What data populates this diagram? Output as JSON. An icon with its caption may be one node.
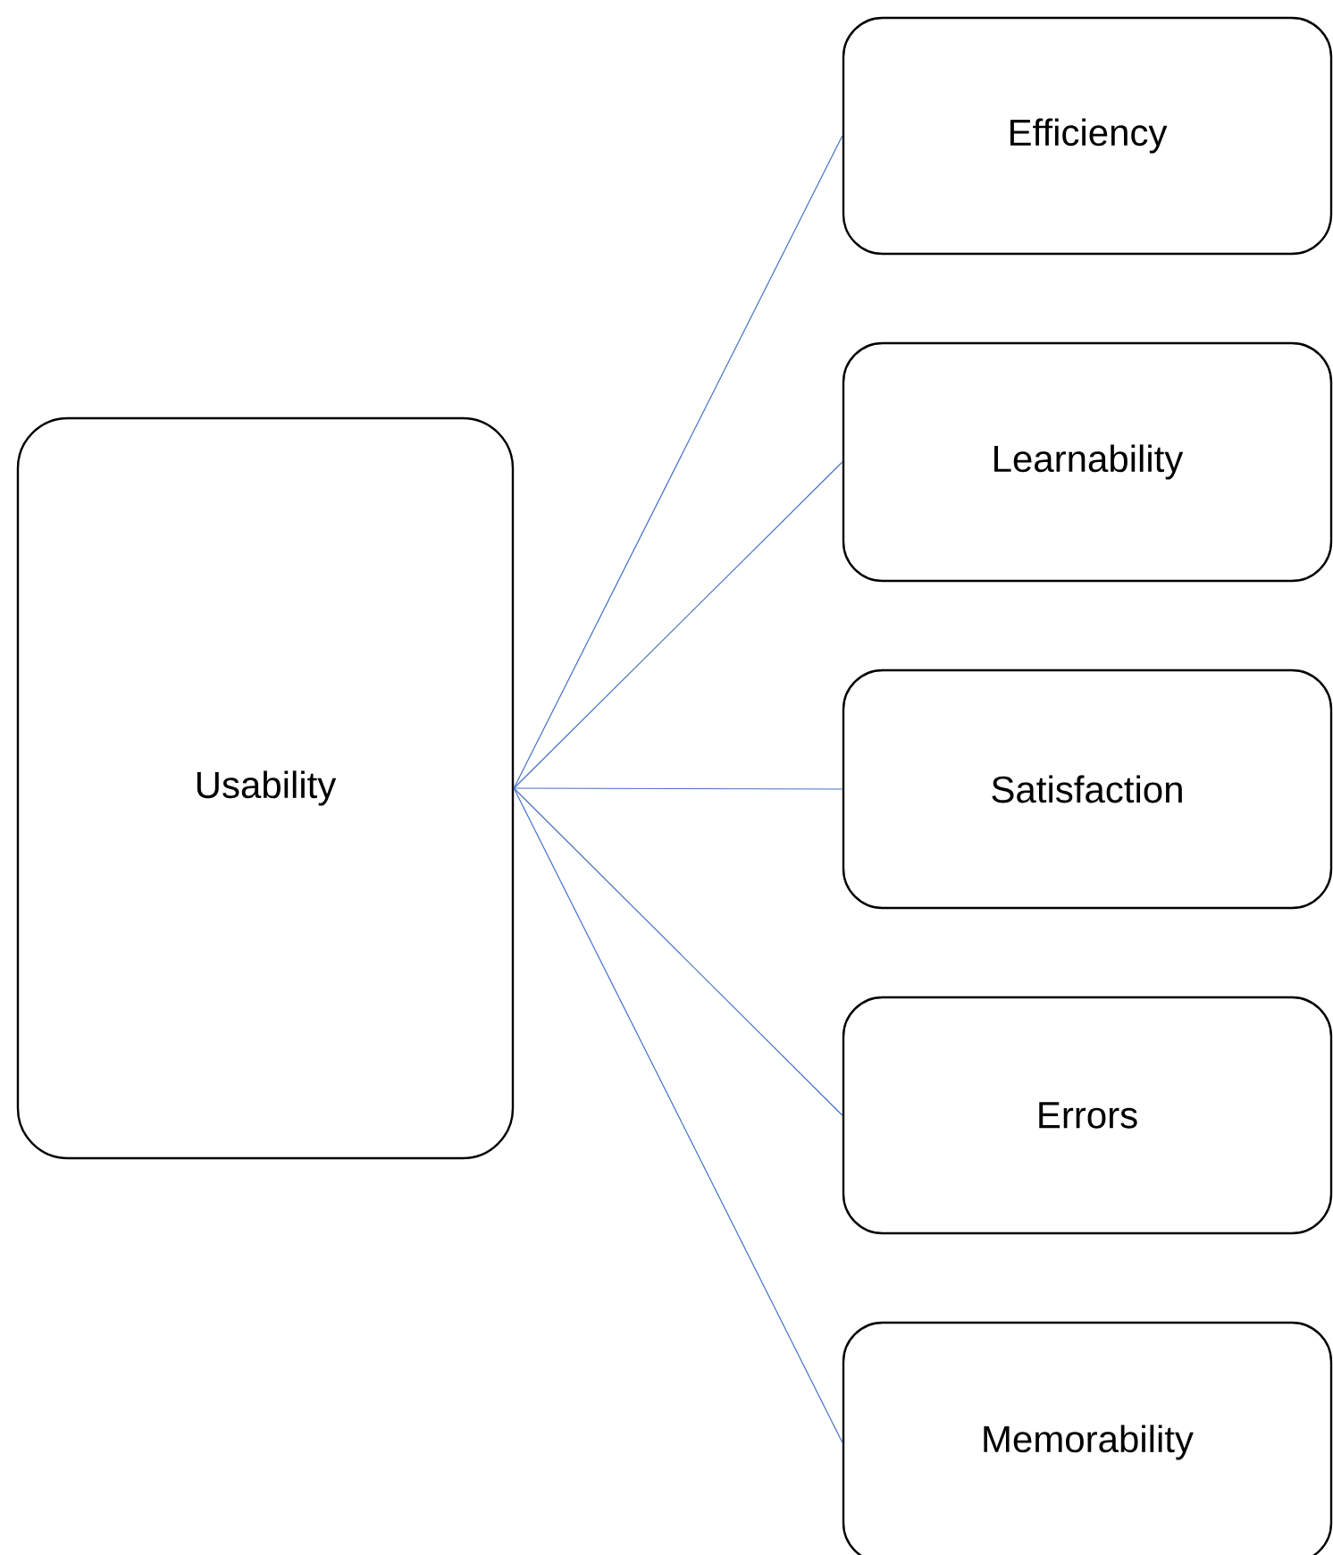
{
  "diagram": {
    "nodes": [
      {
        "text": [
          "Usability"
        ]
      },
      {
        "text": [
          "Efficiency"
        ]
      },
      {
        "text": [
          "Learnability"
        ]
      },
      {
        "text": [
          "Satisfaction"
        ]
      },
      {
        "text": [
          "Errors"
        ]
      },
      {
        "text": [
          "Memorability"
        ]
      }
    ],
    "edges": [
      {
        "from": 0,
        "to": 1,
        "arrow": "none"
      },
      {
        "from": 0,
        "to": 2,
        "arrow": "none"
      },
      {
        "from": 0,
        "to": 3,
        "arrow": "none"
      },
      {
        "from": 0,
        "to": 4,
        "arrow": "none"
      },
      {
        "from": 0,
        "to": 5,
        "arrow": "none"
      }
    ]
  }
}
